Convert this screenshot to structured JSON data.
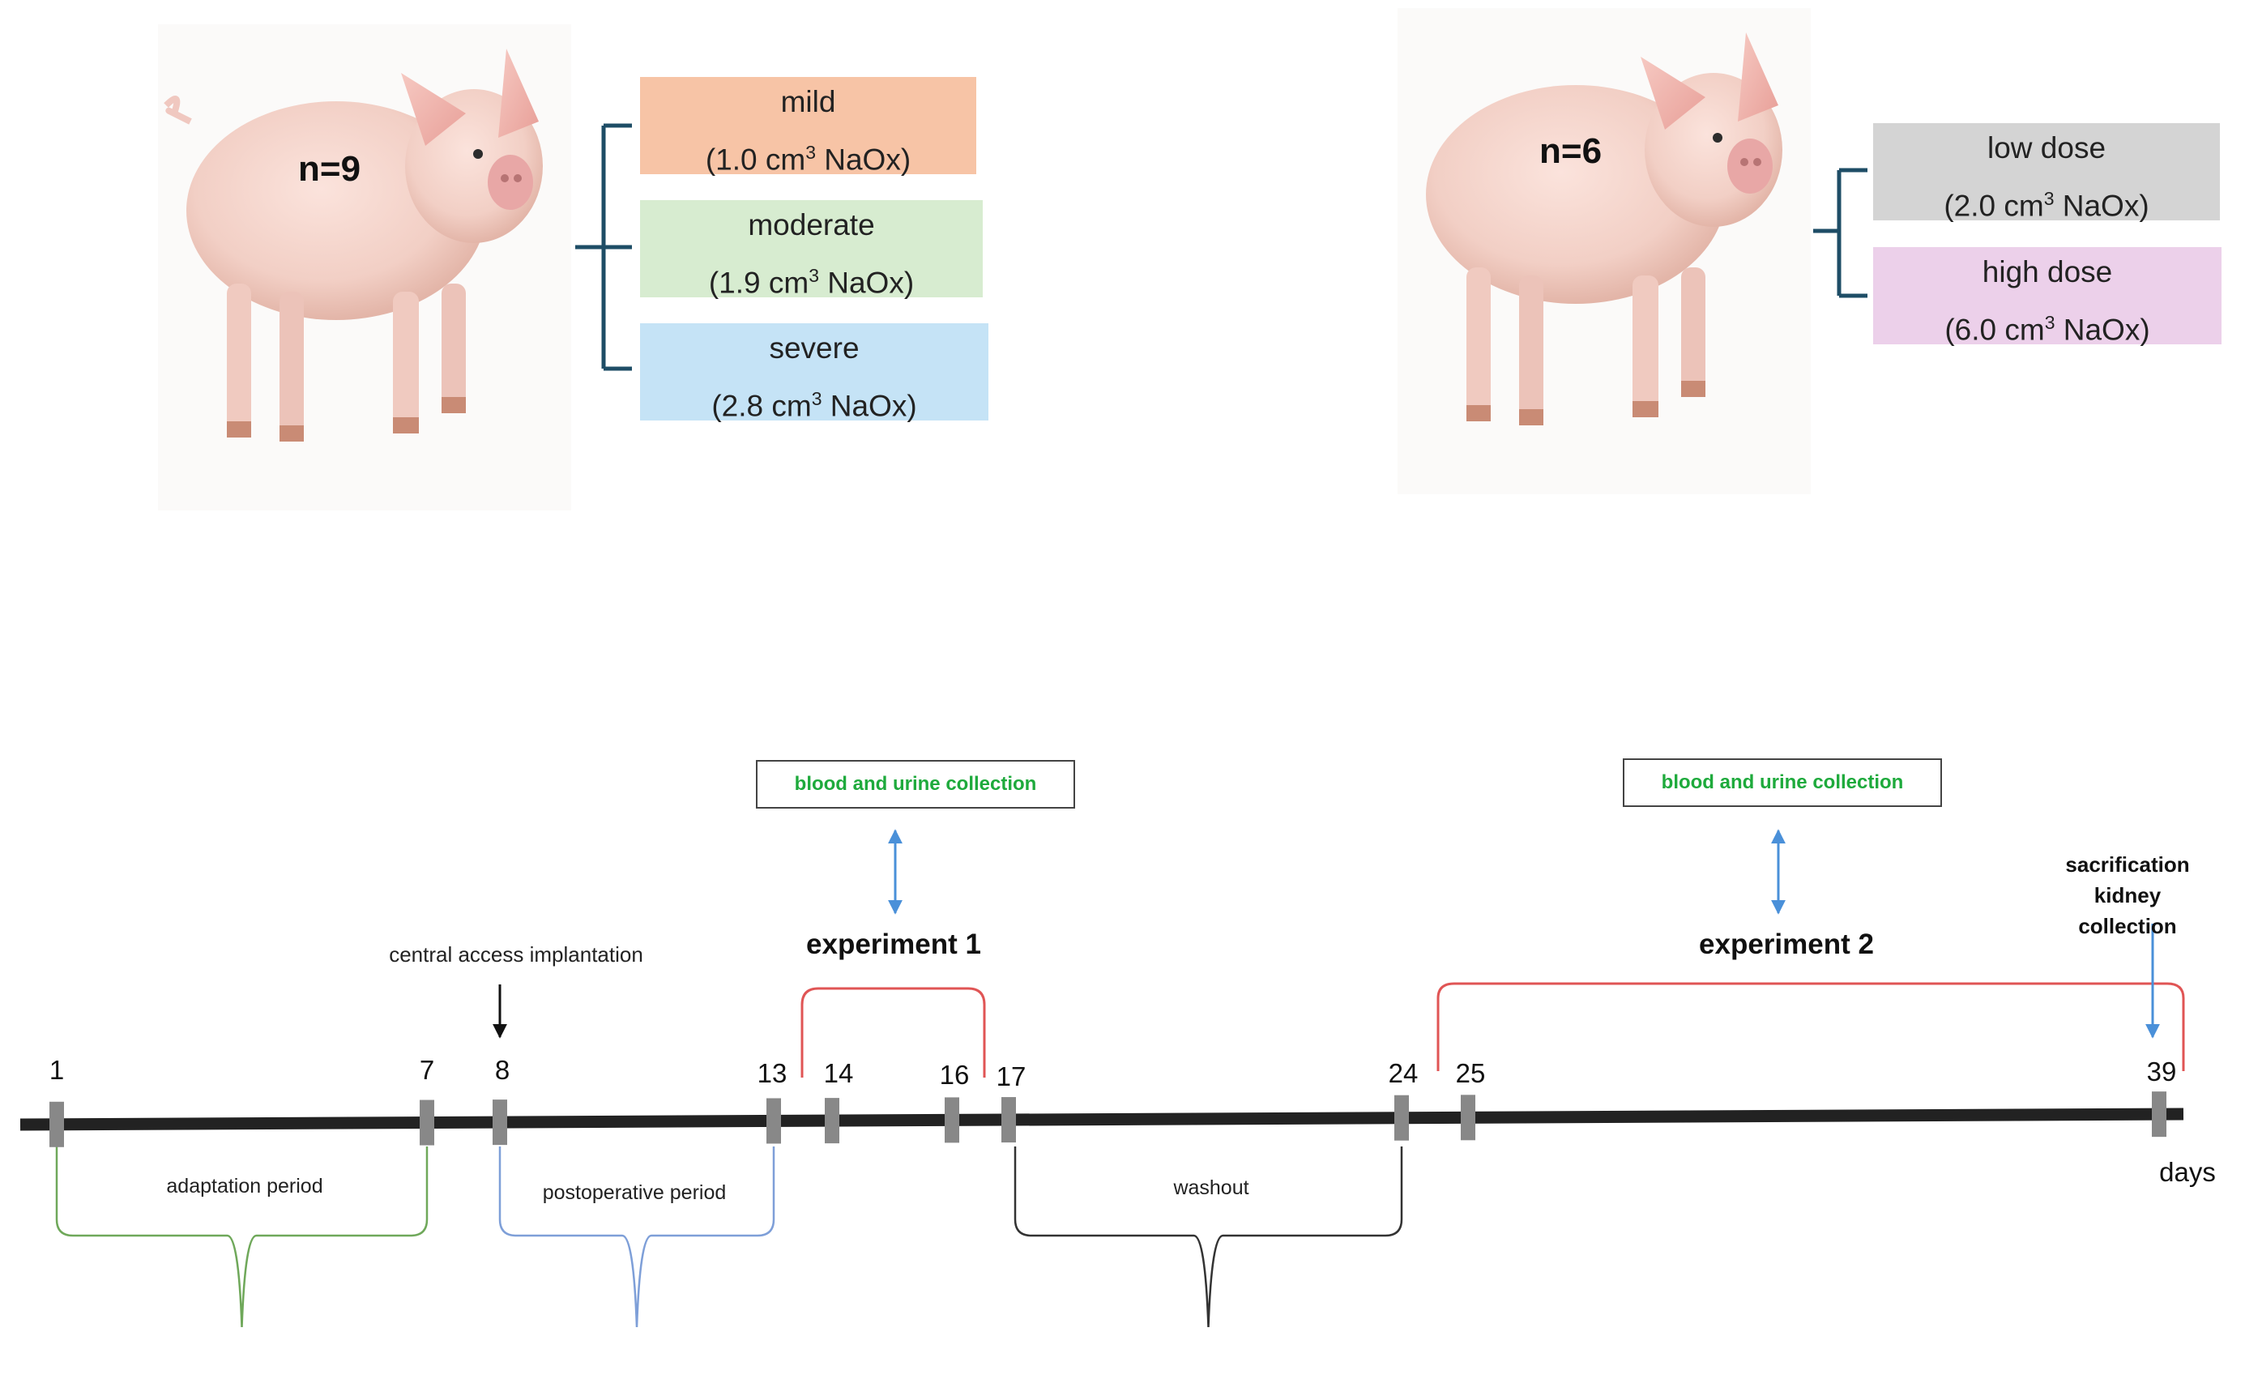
{
  "groups": [
    {
      "count": "n=9",
      "arms": [
        {
          "name": "mild",
          "dose": "1.0",
          "unit": "cm",
          "sup": "3",
          "agent": "NaOx",
          "color": "#f7c4a6"
        },
        {
          "name": "moderate",
          "dose": "1.9",
          "unit": "cm",
          "sup": "3",
          "agent": "NaOx",
          "color": "#d7ecd0"
        },
        {
          "name": "severe",
          "dose": "2.8",
          "unit": "cm",
          "sup": "3",
          "agent": "NaOx",
          "color": "#c5e3f6"
        }
      ]
    },
    {
      "count": "n=6",
      "arms": [
        {
          "name": "low dose",
          "dose": "2.0",
          "unit": "cm",
          "sup": "3",
          "agent": "NaOx",
          "color": "#d4d4d4"
        },
        {
          "name": "high dose",
          "dose": "6.0",
          "unit": "cm",
          "sup": "3",
          "agent": "NaOx",
          "color": "#ecd0ea"
        }
      ]
    }
  ],
  "timeline": {
    "ticks": [
      "1",
      "7",
      "8",
      "13",
      "14",
      "16",
      "17",
      "24",
      "25",
      "39"
    ],
    "unit_label": "days",
    "periods": [
      {
        "label": "adaptation period",
        "from": "1",
        "to": "7",
        "color": "#6fa85a"
      },
      {
        "label": "postoperative period",
        "from": "8",
        "to": "13",
        "color": "#7e9fd8"
      },
      {
        "label": "washout",
        "from": "17",
        "to": "24",
        "color": "#333333"
      }
    ],
    "experiments": [
      {
        "title": "experiment 1",
        "from": "14",
        "to": "16",
        "collection": "blood and urine collection"
      },
      {
        "title": "experiment 2",
        "from": "25",
        "to": "39",
        "collection": "blood and urine collection"
      }
    ],
    "events": [
      {
        "label": "central access implantation",
        "day": "8"
      },
      {
        "label_line1": "sacrification",
        "label_line2": "kidney collection",
        "day": "39"
      }
    ]
  },
  "colors": {
    "bracket": "#1e4d66",
    "axis": "#222222",
    "tick": "#888888",
    "experiment_bracket": "#e05555",
    "collection_arrow": "#4a90d9",
    "collection_text": "#1eaa3c"
  }
}
